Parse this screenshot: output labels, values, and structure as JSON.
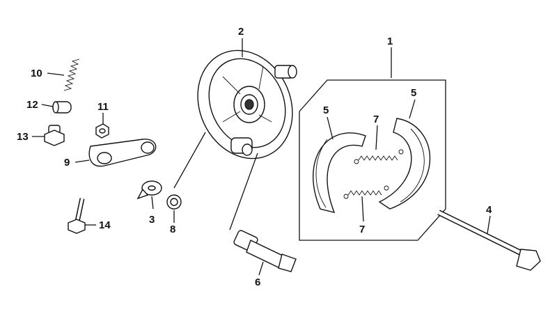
{
  "diagram": {
    "callouts": [
      {
        "id": "c1",
        "label": "1"
      },
      {
        "id": "c2",
        "label": "2"
      },
      {
        "id": "c3",
        "label": "3"
      },
      {
        "id": "c4",
        "label": "4"
      },
      {
        "id": "c5a",
        "label": "5"
      },
      {
        "id": "c5b",
        "label": "5"
      },
      {
        "id": "c6",
        "label": "6"
      },
      {
        "id": "c7a",
        "label": "7"
      },
      {
        "id": "c7b",
        "label": "7"
      },
      {
        "id": "c8",
        "label": "8"
      },
      {
        "id": "c9",
        "label": "9"
      },
      {
        "id": "c10",
        "label": "10"
      },
      {
        "id": "c11",
        "label": "11"
      },
      {
        "id": "c12",
        "label": "12"
      },
      {
        "id": "c13",
        "label": "13"
      },
      {
        "id": "c14",
        "label": "14"
      }
    ]
  }
}
